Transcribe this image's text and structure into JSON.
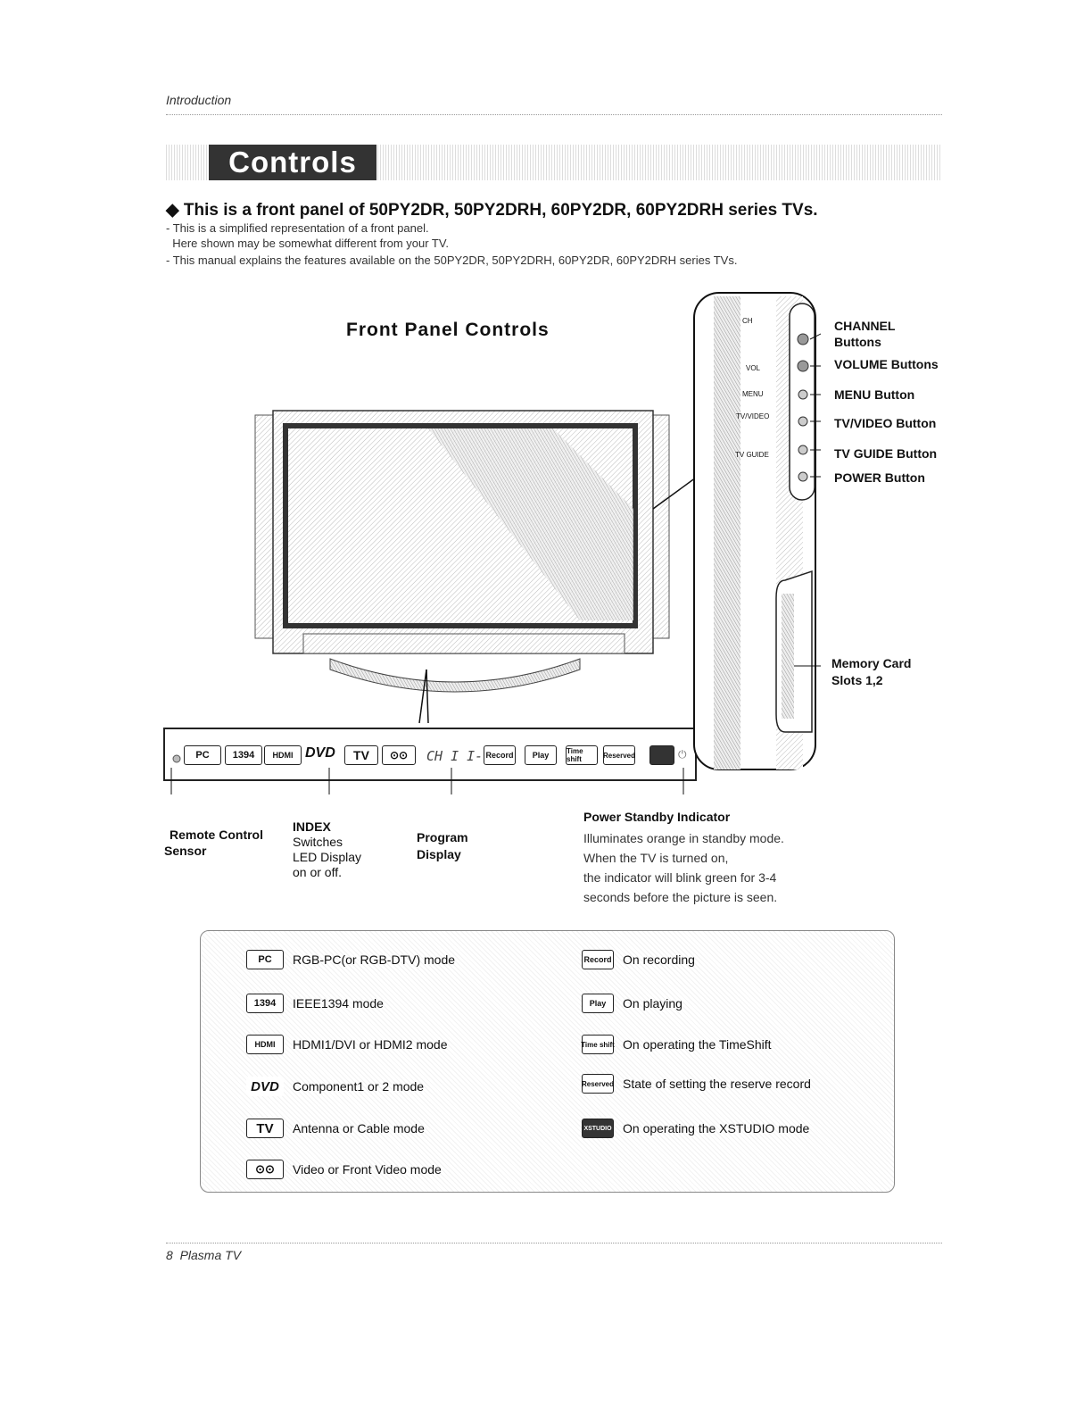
{
  "header": {
    "section": "Introduction"
  },
  "banner": {
    "title": "Controls"
  },
  "heading": "◆ This is a front panel of 50PY2DR, 50PY2DRH, 60PY2DR, 60PY2DRH series TVs.",
  "notes": [
    "- This is a simplified representation of a front panel.",
    "  Here shown may be somewhat different from your TV.",
    "- This manual explains the features available on the 50PY2DR, 50PY2DRH, 60PY2DR, 60PY2DRH series TVs."
  ],
  "figure": {
    "title": "Front Panel Controls",
    "side_panel_text": {
      "ch": "CH",
      "vol": "VOL",
      "menu": "MENU",
      "tvvideo": "TV/VIDEO",
      "tvguide": "TV GUIDE"
    },
    "callouts": {
      "channel_1": "CHANNEL",
      "channel_2": "Buttons",
      "volume": "VOLUME Buttons",
      "menu": "MENU Button",
      "tvvideo": "TV/VIDEO Button",
      "tvguide": "TV GUIDE Button",
      "power": "POWER Button",
      "memory_1": "Memory Card",
      "memory_2": "Slots 1,2"
    },
    "strip_icons": {
      "pc": "PC",
      "ieee": "1394",
      "hdmi": "HDMI",
      "dvd": "DVD",
      "tv": "TV",
      "video": "⊙⊙",
      "program": "CH I I-0",
      "record": "Record",
      "play": "Play",
      "timeshift": "Time shift",
      "reserved": "Reserved"
    },
    "labels": {
      "remote_1": "Remote Control",
      "remote_2": "Sensor",
      "index_title": "INDEX",
      "index_1": "Switches",
      "index_2": "LED Display",
      "index_3": "on or off.",
      "program_1": "Program",
      "program_2": "Display",
      "power_title": "Power Standby Indicator",
      "power_1": "Illuminates orange in standby mode.",
      "power_2": "When the TV is turned on,",
      "power_3": "the indicator will blink green for 3-4",
      "power_4": "seconds before the picture is seen."
    }
  },
  "legend": {
    "left": [
      {
        "icon": "PC",
        "text": "RGB-PC(or RGB-DTV) mode"
      },
      {
        "icon": "1394",
        "text": "IEEE1394 mode"
      },
      {
        "icon": "HDMI",
        "text": "HDMI1/DVI or HDMI2 mode"
      },
      {
        "icon": "DVD",
        "text": "Component1 or 2 mode"
      },
      {
        "icon": "TV",
        "text": "Antenna or Cable mode"
      },
      {
        "icon": "⊙⊙",
        "text": "Video or Front Video mode"
      }
    ],
    "right": [
      {
        "icon": "Record",
        "text": "On recording"
      },
      {
        "icon": "Play",
        "text": "On playing"
      },
      {
        "icon": "Time shift",
        "text": "On operating the TimeShift"
      },
      {
        "icon": "Reserved",
        "text": "State of setting the reserve record"
      },
      {
        "icon": "XSTUDIO",
        "text": "On operating the XSTUDIO mode"
      }
    ]
  },
  "footer": "8  Plasma TV"
}
